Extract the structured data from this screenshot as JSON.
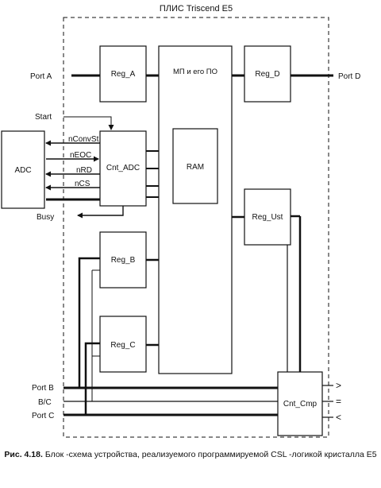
{
  "chip_title": "ПЛИС Triscend E5",
  "blocks": {
    "reg_a": "Reg_A",
    "mp": "МП и его ПО",
    "reg_d": "Reg_D",
    "cnt_adc": "Cnt_ADC",
    "ram": "RAM",
    "reg_ust": "Reg_Ust",
    "reg_b": "Reg_B",
    "reg_c": "Reg_C",
    "cnt_cmp": "Cnt_Cmp",
    "adc": "ADC"
  },
  "ports": {
    "port_a": "Port A",
    "port_d": "Port D",
    "start": "Start",
    "busy": "Busy",
    "port_b": "Port B",
    "bc": "B/C",
    "port_c": "Port  C"
  },
  "signals": {
    "nconvst": "nConvSt",
    "neoc": "nEOC",
    "nrd": "nRD",
    "ncs": "nCS"
  },
  "compare_outputs": [
    ">",
    "=",
    "<"
  ],
  "caption": {
    "number": "Рис. 4.18.",
    "text": "Блок -схема устройства, реализуемого программируемой CSL -логикой кристалла  E5"
  }
}
